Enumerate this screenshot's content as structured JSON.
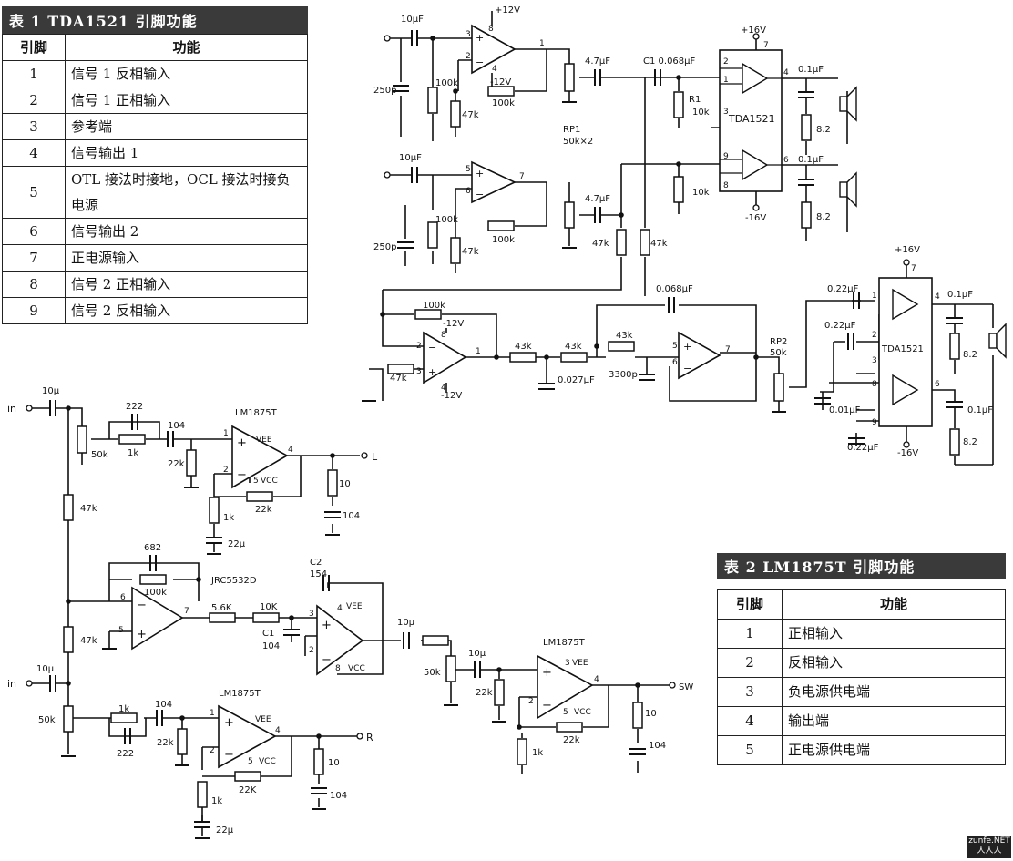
{
  "table1": {
    "title": "表 1 TDA1521 引脚功能",
    "headers": [
      "引脚",
      "功能"
    ],
    "rows": [
      {
        "pin": "1",
        "func": "信号 1 反相输入"
      },
      {
        "pin": "2",
        "func": "信号 1 正相输入"
      },
      {
        "pin": "3",
        "func": "参考端"
      },
      {
        "pin": "4",
        "func": "信号输出 1"
      },
      {
        "pin": "5",
        "func": "OTL 接法时接地，OCL 接法时接负电源"
      },
      {
        "pin": "6",
        "func": "信号输出 2"
      },
      {
        "pin": "7",
        "func": "正电源输入"
      },
      {
        "pin": "8",
        "func": "信号 2 正相输入"
      },
      {
        "pin": "9",
        "func": "信号 2 反相输入"
      }
    ]
  },
  "table2": {
    "title": "表 2 LM1875T 引脚功能",
    "headers": [
      "引脚",
      "功能"
    ],
    "rows": [
      {
        "pin": "1",
        "func": "正相输入"
      },
      {
        "pin": "2",
        "func": "反相输入"
      },
      {
        "pin": "3",
        "func": "负电源供电端"
      },
      {
        "pin": "4",
        "func": "输出端"
      },
      {
        "pin": "5",
        "func": "正电源供电端"
      }
    ]
  },
  "schematic": {
    "top": {
      "cap_in1": "10μF",
      "cap_in2": "10μF",
      "c250a": "250p",
      "c250b": "250p",
      "r100k_a": "100k",
      "r47k_a": "47k",
      "r100k_fb_a": "100k",
      "r100k_b": "100k",
      "r47k_b": "47k",
      "r100k_fb_b": "100k",
      "vplus": "+12V",
      "vminus": "-12V",
      "op_pins_a": [
        "8",
        "3",
        "2",
        "1",
        "4"
      ],
      "op_pins_b": [
        "5",
        "6",
        "7"
      ],
      "cap47a": "4.7μF",
      "cap47b": "4.7μF",
      "rp1": "RP1",
      "rp1_val": "50k×2",
      "c1": "C1 0.068μF",
      "r1": "R1",
      "r1_val": "10k",
      "r10k": "10k",
      "r47k_x": "47k",
      "r47k_y": "47k",
      "tda": "TDA1521",
      "tda_vp": "+16V",
      "tda_vm": "-16V",
      "tda_vp_pin": "7",
      "tda_pins": [
        "2",
        "1",
        "3",
        "4",
        "9",
        "8",
        "6"
      ],
      "out_cap1": "0.1μF",
      "out_cap2": "0.1μF",
      "r82a": "8.2",
      "r82b": "8.2"
    },
    "mid": {
      "r100k": "100k",
      "vplus": "-12V",
      "vminus": "-12V",
      "op_pins": [
        "8",
        "2",
        "3",
        "1",
        "4"
      ],
      "r47k": "47k",
      "r43k1": "43k",
      "r43k2": "43k",
      "r43k3": "43k",
      "c027": "0.027μF",
      "c3300": "3300p",
      "c068": "0.068μF",
      "op2_pins": [
        "5",
        "6",
        "7"
      ],
      "rp2": "RP2",
      "rp2_val": "50k",
      "tda": "TDA1521",
      "vp": "+16V",
      "vm": "-16V",
      "vp_pin": "7",
      "c022a": "0.22μF",
      "c022b": "0.22μF",
      "c022c": "0.22μF",
      "c001": "0.01μF",
      "tda_pins": [
        "1",
        "2",
        "3",
        "8",
        "9",
        "4",
        "6"
      ],
      "out_cap1": "0.1μF",
      "out_cap2": "0.1μF",
      "r82a": "8.2",
      "r82b": "8.2"
    },
    "bottom": {
      "in1": "in",
      "in2": "in",
      "cin1": "10μ",
      "cin2": "10μ",
      "pot1": "50k",
      "pot2": "50k",
      "pot3": "50k",
      "c222a": "222",
      "c222b": "222",
      "r1k_a": "1k",
      "r1k_b": "1k",
      "c104a": "104",
      "c104b": "104",
      "r22k_a": "22k",
      "r22k_b": "22k",
      "lm_a": "LM1875T",
      "lm_b": "LM1875T",
      "lm_c": "LM1875T",
      "vee": "VEE",
      "vcc": "VCC",
      "lm_pins_a": [
        "1",
        "2",
        "4",
        "5"
      ],
      "lm_pins_b": [
        "1",
        "2",
        "4",
        "5"
      ],
      "lm_pins_c": [
        "3",
        "2",
        "4",
        "5"
      ],
      "r10a": "10",
      "r10b": "10",
      "r10c": "10",
      "c104_outa": "104",
      "c104_outb": "104",
      "c104_outc": "104",
      "out_l": "L",
      "out_r": "R",
      "out_sw": "SW",
      "r1k_g1": "1k",
      "r1k_g2": "1k",
      "r1k_g3": "1k",
      "r22k_fb1": "22k",
      "r22k_fb2": "22K",
      "r22k_fb3": "22k",
      "c22u1": "22μ",
      "c22u2": "22μ",
      "r47k_1": "47k",
      "r47k_2": "47k",
      "c682": "682",
      "r100k": "100k",
      "jrc": "JRC5532D",
      "jrc_pins": [
        "6",
        "5",
        "7",
        "3",
        "2",
        "4",
        "8"
      ],
      "r56k": "5.6K",
      "r10k": "10K",
      "c1": "C1",
      "c1_val": "104",
      "c2": "C2",
      "c2_val": "154",
      "cin3": "10μ",
      "cin4": "10μ",
      "r22k_c": "22k"
    }
  },
  "watermark": "zunfe.NET 人人人"
}
